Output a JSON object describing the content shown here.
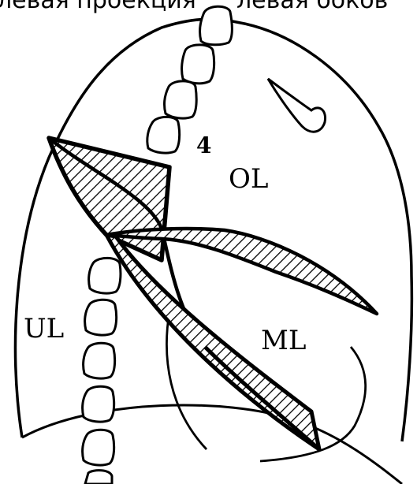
{
  "header": {
    "caption_left": "левая проекция",
    "caption_right": "левая боков"
  },
  "labels": {
    "rib": "4",
    "ol": "OL",
    "ml": "ML",
    "ul": "UL"
  },
  "colors": {
    "ink": "#000000",
    "paper": "#ffffff"
  }
}
